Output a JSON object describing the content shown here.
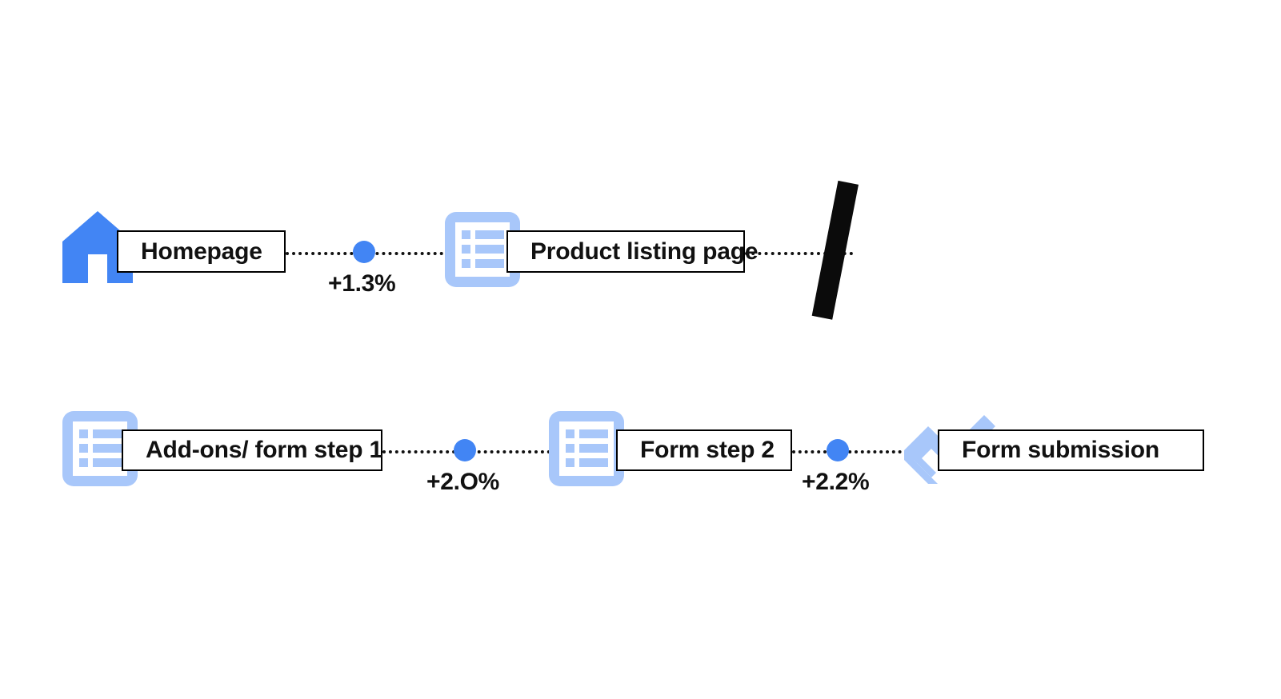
{
  "diagram": {
    "title": "User journey funnel steps with conversion deltas",
    "colors": {
      "accent_blue": "#4285F4",
      "light_blue": "#A8C7FA",
      "box_border": "#000000",
      "text": "#111111",
      "background": "#FFFFFF"
    },
    "rows": [
      {
        "id": "row-1",
        "nodes": [
          {
            "id": "homepage",
            "label": "Homepage",
            "icon": "house-icon"
          },
          {
            "id": "product-listing-page",
            "label": "Product listing page",
            "icon": "list-document-icon"
          }
        ],
        "deltas": [
          {
            "id": "delta-1",
            "value": "+1.3%"
          }
        ],
        "end_marker": {
          "id": "continuation-slash",
          "icon": "slash-icon"
        }
      },
      {
        "id": "row-2",
        "nodes": [
          {
            "id": "add-ons-form-step-1",
            "label": "Add-ons/ form step 1",
            "icon": "list-document-icon"
          },
          {
            "id": "form-step-2",
            "label": "Form step 2",
            "icon": "list-document-icon"
          },
          {
            "id": "form-submission",
            "label": "Form submission",
            "icon": "check-icon"
          }
        ],
        "deltas": [
          {
            "id": "delta-2",
            "value": "+2.O%"
          },
          {
            "id": "delta-3",
            "value": "+2.2%"
          }
        ]
      }
    ]
  }
}
